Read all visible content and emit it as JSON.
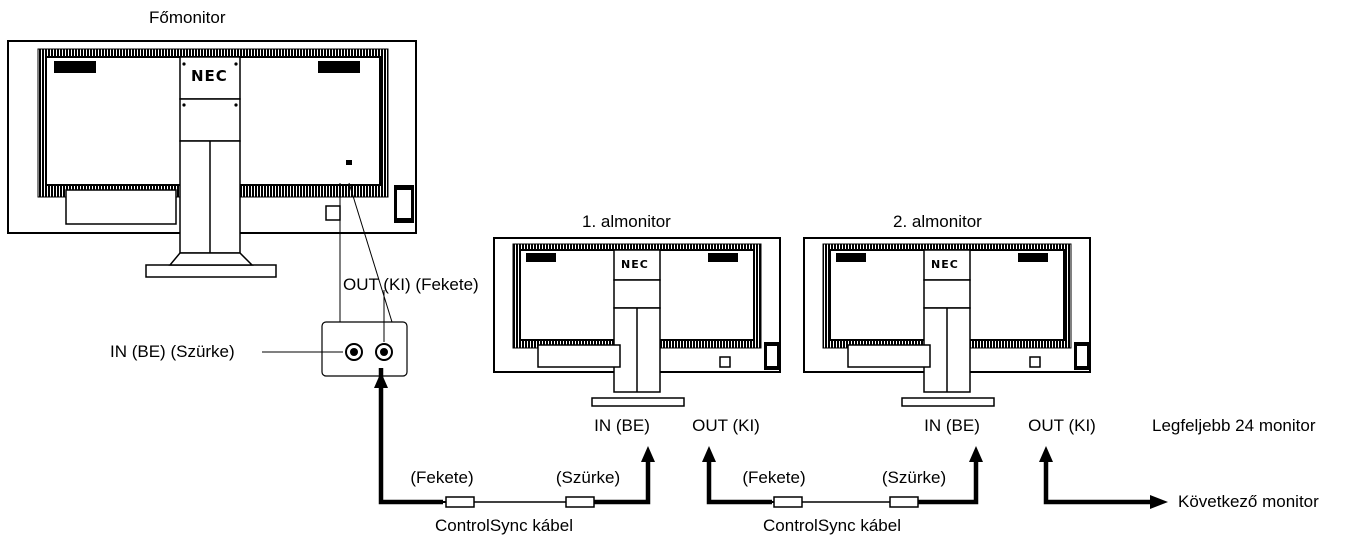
{
  "labels": {
    "main_monitor": "Főmonitor",
    "sub_monitor_1": "1. almonitor",
    "sub_monitor_2": "2. almonitor",
    "out_black": "OUT (KI) (Fekete)",
    "in_gray": "IN (BE) (Szürke)",
    "sub1_in": "IN (BE)",
    "sub1_out": "OUT (KI)",
    "sub2_in": "IN (BE)",
    "sub2_out": "OUT (KI)",
    "max_monitors": "Legfeljebb 24 monitor",
    "cable1_black": "(Fekete)",
    "cable1_gray": "(Szürke)",
    "cable1_name": "ControlSync kábel",
    "cable2_black": "(Fekete)",
    "cable2_gray": "(Szürke)",
    "cable2_name": "ControlSync kábel",
    "next_monitor": "Következő monitor"
  },
  "brand": {
    "main": "NEC",
    "sub1": "NEC",
    "sub2": "NEC"
  }
}
